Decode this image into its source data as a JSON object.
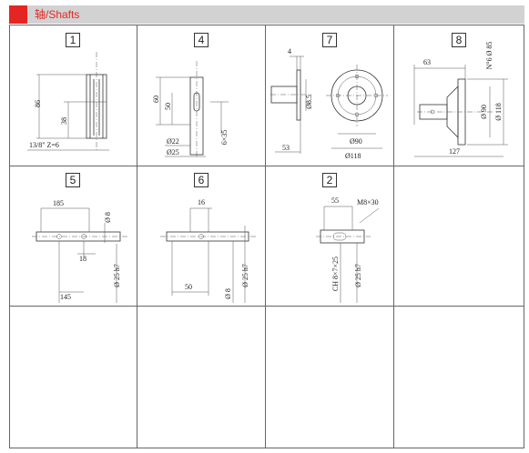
{
  "header": {
    "title": "轴/Shafts",
    "accent_color": "#e52521",
    "bar_color": "#d2d2d2"
  },
  "cells": {
    "c1": {
      "num": "1",
      "labels": {
        "h86": "86",
        "h38": "38",
        "spline": "13/8\"  Z=6"
      }
    },
    "c4": {
      "num": "4",
      "labels": {
        "h60": "60",
        "h50": "50",
        "d22": "Ø22",
        "d25": "Ø25",
        "key": "6×35"
      }
    },
    "c7": {
      "num": "7",
      "labels": {
        "t4": "4",
        "d85": "Ø8.5",
        "d90": "Ø90",
        "d118": "Ø118",
        "l53": "53"
      }
    },
    "c8": {
      "num": "8",
      "labels": {
        "l63": "63",
        "holes": "N°6 Ø 85",
        "d90": "Ø 90",
        "d118": "Ø 118",
        "l127": "127"
      }
    },
    "c5": {
      "num": "5",
      "labels": {
        "l185": "185",
        "d8": "Ø 8",
        "l18": "18",
        "l145": "145",
        "d25": "Ø 25  h7"
      }
    },
    "c6": {
      "num": "6",
      "labels": {
        "l16": "16",
        "l50": "50",
        "d8": "Ø 8",
        "d25": "Ø 25  h7"
      }
    },
    "c2": {
      "num": "2",
      "labels": {
        "l55": "55",
        "thread": "M8×30",
        "key": "CH  8×7×25",
        "d25": "Ø 25  h7"
      }
    }
  }
}
